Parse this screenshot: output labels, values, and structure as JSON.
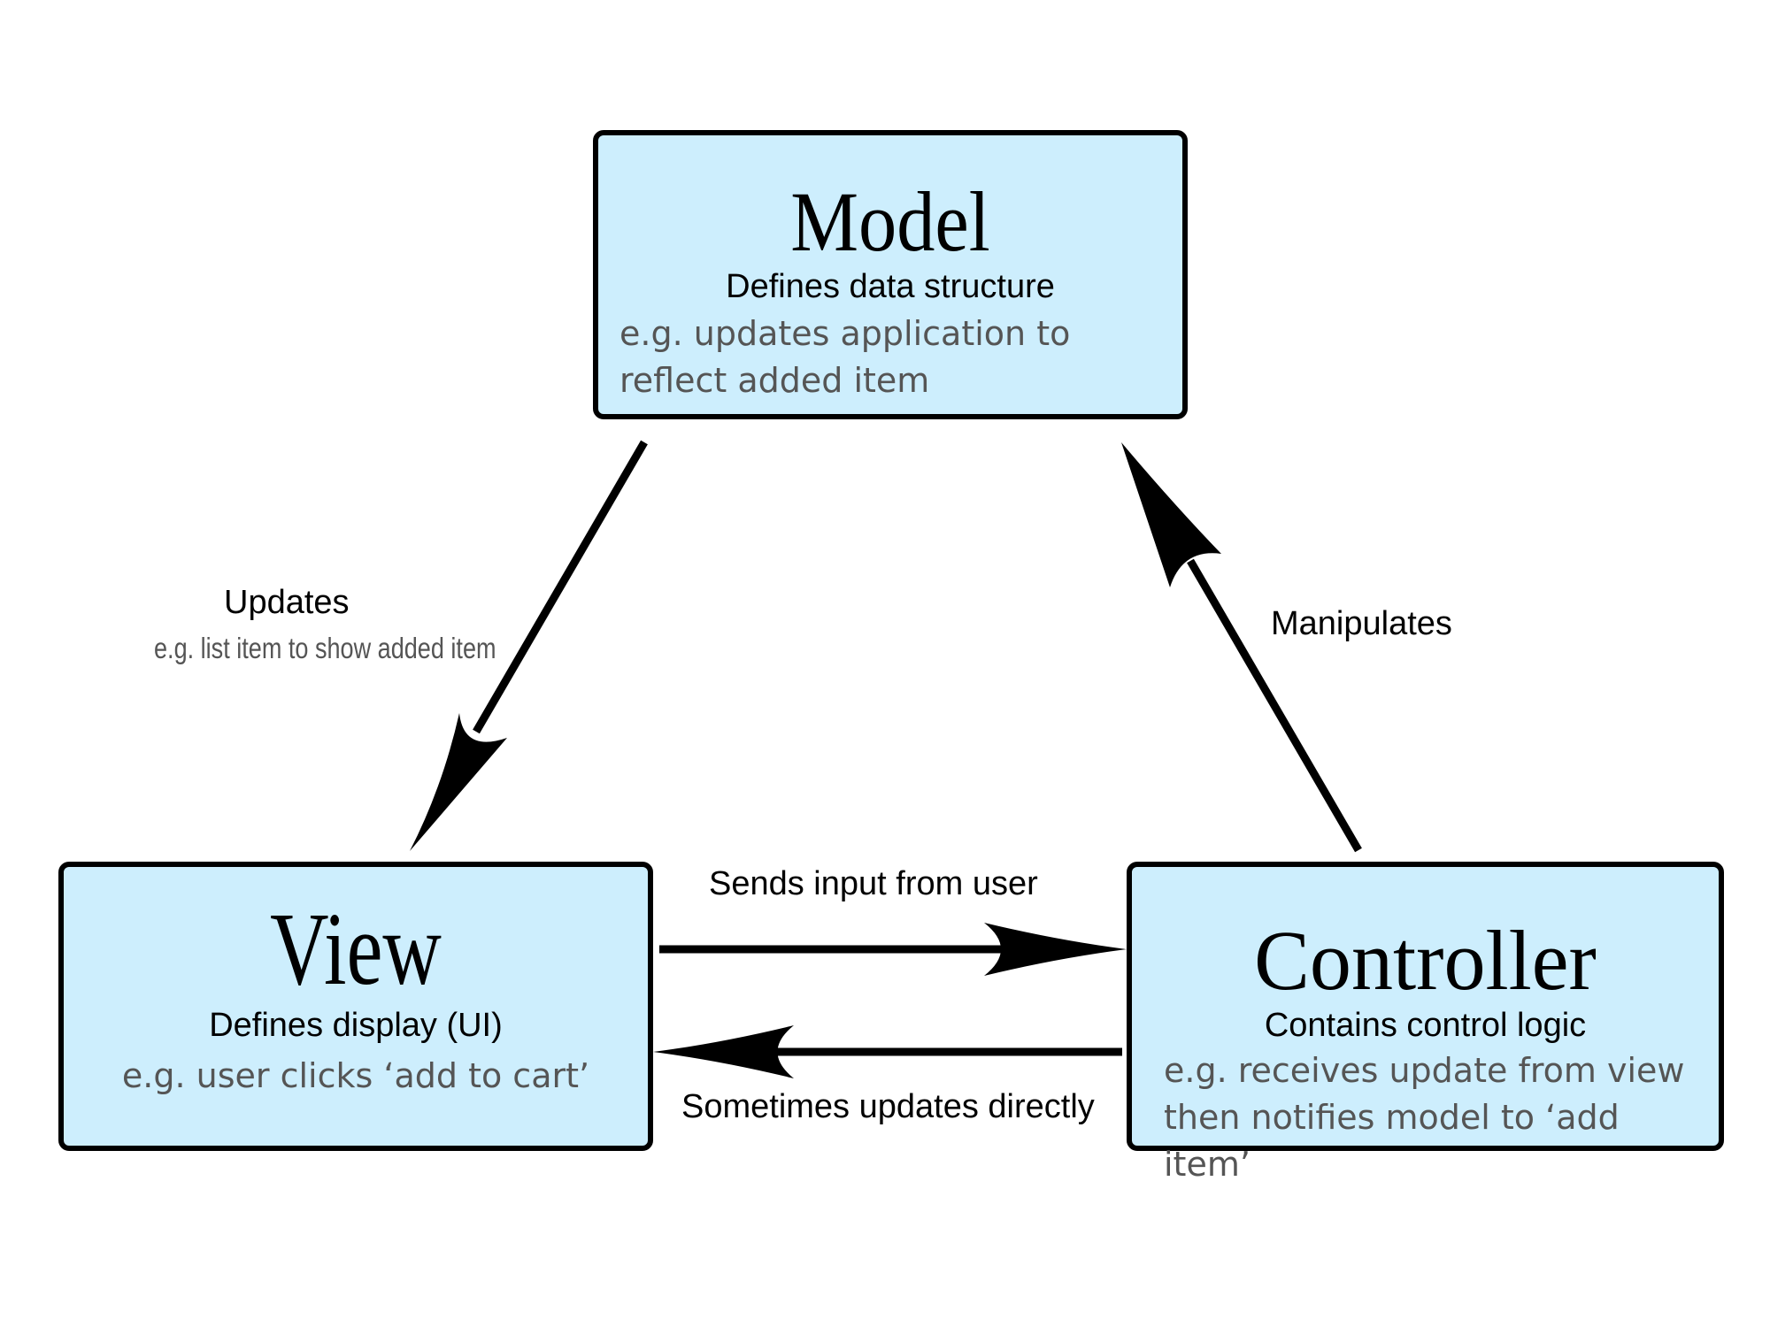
{
  "model": {
    "title": "Model",
    "description": "Defines data structure",
    "example": "e.g. updates application to reflect added item"
  },
  "view": {
    "title": "View",
    "description": "Defines display (UI)",
    "example": "e.g. user clicks ‘add to cart’"
  },
  "controller": {
    "title": "Controller",
    "description": "Contains control logic",
    "example": "e.g. receives update from view then notifies model to ‘add item’"
  },
  "edges": {
    "model_to_view": {
      "label": "Updates",
      "example": "e.g. list item to show added item"
    },
    "controller_to_model": {
      "label": "Manipulates"
    },
    "view_to_controller": {
      "label": "Sends input from user"
    },
    "controller_to_view": {
      "label": "Sometimes updates directly"
    }
  }
}
